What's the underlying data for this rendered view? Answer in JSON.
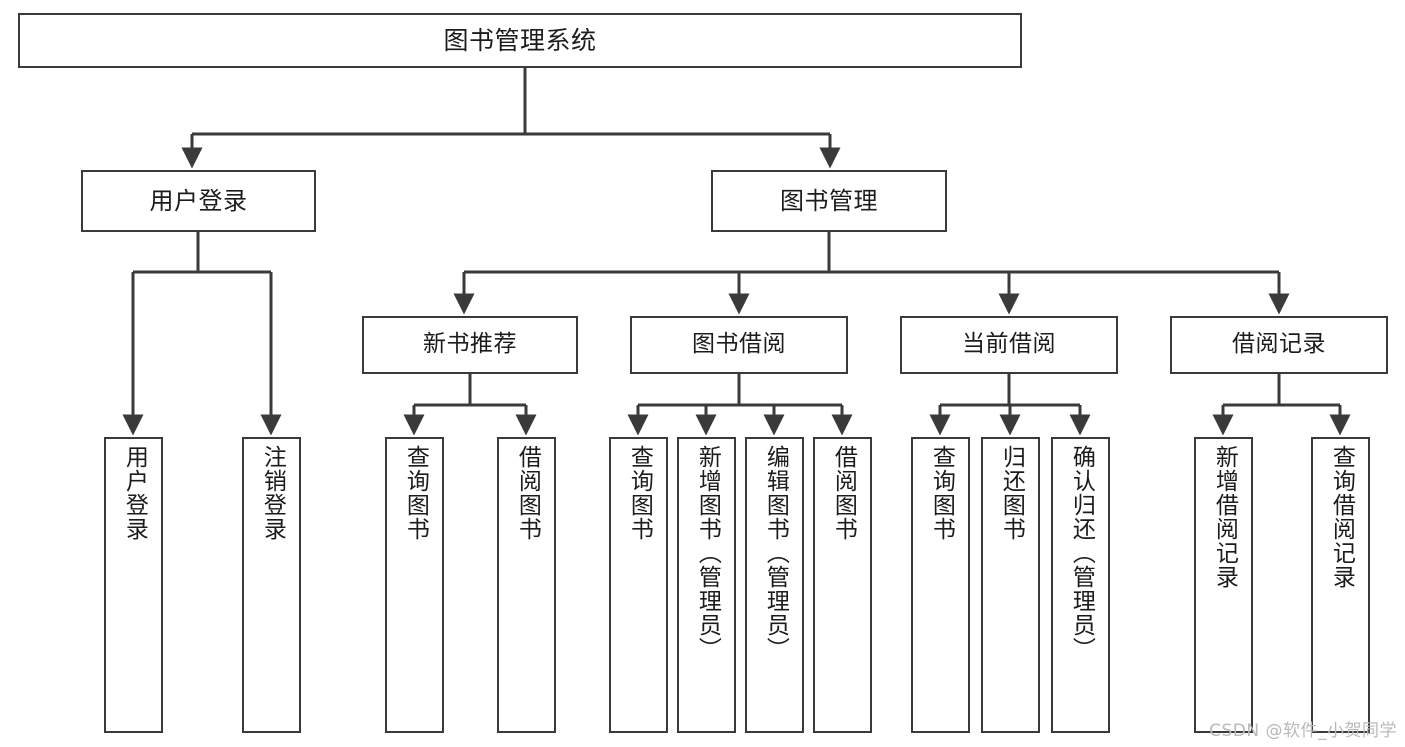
{
  "diagram": {
    "title": "图书管理系统",
    "type": "功能结构图",
    "watermark": "CSDN @软件_小贺同学",
    "colors": {
      "box_border": "#3a3a3a",
      "box_fill": "#ffffff",
      "edge": "#3a3a3a",
      "text": "#1c1c1c",
      "watermark": "#b9b9b9",
      "background": "#ffffff"
    }
  },
  "nodes": {
    "root": {
      "label": "图书管理系统"
    },
    "level2": [
      {
        "id": "user-login",
        "label": "用户登录"
      },
      {
        "id": "book-manage",
        "label": "图书管理"
      }
    ],
    "level3": [
      {
        "id": "new-book-recommend",
        "label": "新书推荐"
      },
      {
        "id": "book-borrow",
        "label": "图书借阅"
      },
      {
        "id": "current-borrow",
        "label": "当前借阅"
      },
      {
        "id": "borrow-record",
        "label": "借阅记录"
      }
    ],
    "leaves": {
      "user_login": [
        {
          "id": "leaf-user-login",
          "label": "用户登录"
        },
        {
          "id": "leaf-logout-login",
          "label": "注销登录"
        }
      ],
      "new_book_recommend": [
        {
          "id": "leaf-query-book-1",
          "label": "查询图书"
        },
        {
          "id": "leaf-borrow-book-1",
          "label": "借阅图书"
        }
      ],
      "book_borrow": [
        {
          "id": "leaf-query-book-2",
          "label": "查询图书"
        },
        {
          "id": "leaf-add-book",
          "label": "新增图书（管理员）"
        },
        {
          "id": "leaf-edit-book",
          "label": "编辑图书（管理员）"
        },
        {
          "id": "leaf-borrow-book-2",
          "label": "借阅图书"
        }
      ],
      "current_borrow": [
        {
          "id": "leaf-query-book-3",
          "label": "查询图书"
        },
        {
          "id": "leaf-return-book",
          "label": "归还图书"
        },
        {
          "id": "leaf-confirm-return",
          "label": "确认归还（管理员）"
        }
      ],
      "borrow_record": [
        {
          "id": "leaf-add-record",
          "label": "新增借阅记录"
        },
        {
          "id": "leaf-query-record",
          "label": "查询借阅记录"
        }
      ]
    }
  }
}
